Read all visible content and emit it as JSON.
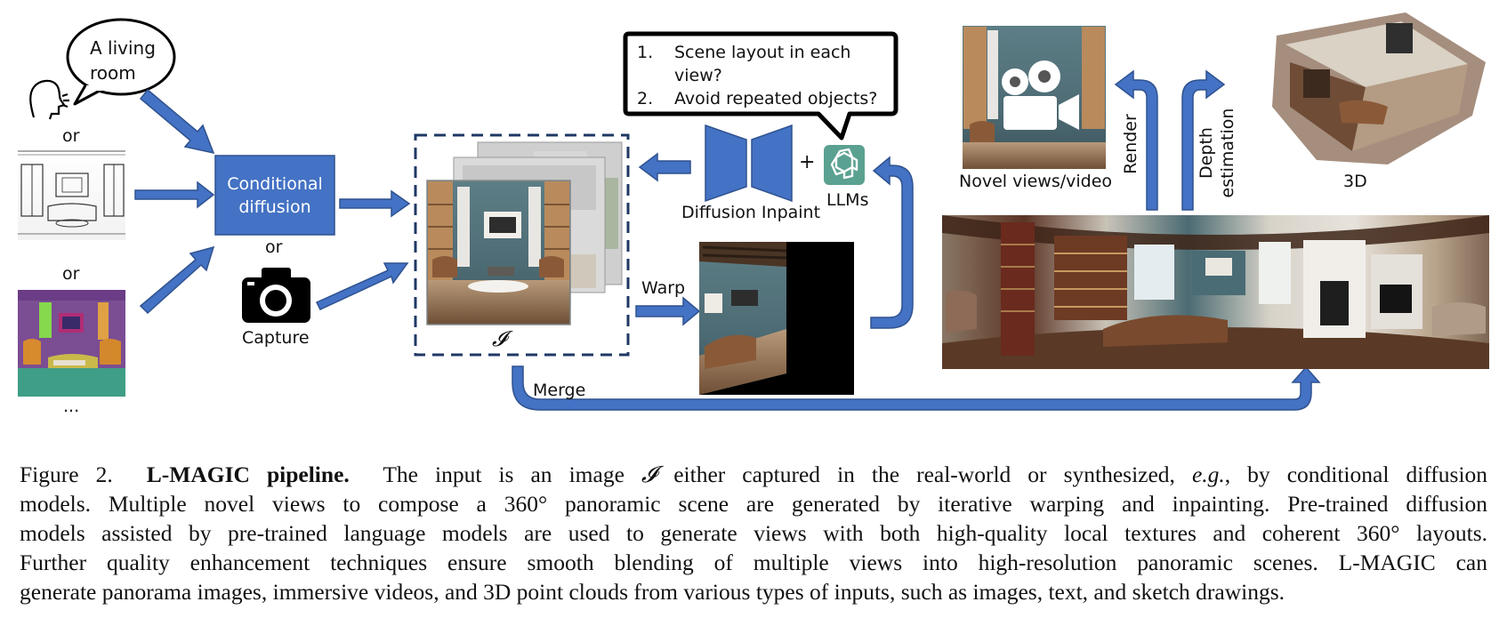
{
  "diagram": {
    "speech_bubble_text": [
      "A living",
      "room"
    ],
    "or_label_1": "or",
    "or_label_2": "or",
    "or_label_3": "or",
    "ellipsis": "...",
    "conditional_diffusion": [
      "Conditional",
      "diffusion"
    ],
    "capture_label": "Capture",
    "image_symbol": "𝓘",
    "warp_label": "Warp",
    "merge_label": "Merge",
    "llm_questions": [
      {
        "num": "1.",
        "text": [
          "Scene layout in each",
          "view?"
        ]
      },
      {
        "num": "2.",
        "text": [
          "Avoid repeated objects?"
        ]
      }
    ],
    "plus_sign": "+",
    "diffusion_inpaint_label": "Diffusion Inpaint",
    "llms_label": "LLMs",
    "novel_views_label": "Novel views/video",
    "render_label": "Render",
    "depth_label": [
      "Depth",
      "estimation"
    ],
    "three_d_label": "3D",
    "colors": {
      "accent_blue": "#3b64c4",
      "box_blue": "#4472c4",
      "llm_green": "#5aa191"
    },
    "icons": [
      "speaking-head-icon",
      "camera-icon",
      "openai-logo-icon",
      "video-camera-icon"
    ]
  },
  "caption": {
    "figure_label": "Figure 2.",
    "title": "L-MAGIC pipeline.",
    "s1_a": "The input is an image",
    "s1_symbol": "𝓘",
    "s1_b": "either captured in the real-world or synthesized,",
    "s1_eg": "e.g.",
    "s1_c": ", by conditional diffusion",
    "line2": "models. Multiple novel views to compose a 360° panoramic scene are generated by iterative warping and inpainting. Pre-trained diffusion",
    "line3": "models assisted by pre-trained language models are used to generate views with both high-quality local textures and coherent 360° layouts.",
    "line4": "Further quality enhancement techniques ensure smooth blending of multiple views into high-resolution panoramic scenes. L-MAGIC can",
    "line5": "generate panorama images, immersive videos, and 3D point clouds from various types of inputs, such as images, text, and sketch drawings."
  }
}
